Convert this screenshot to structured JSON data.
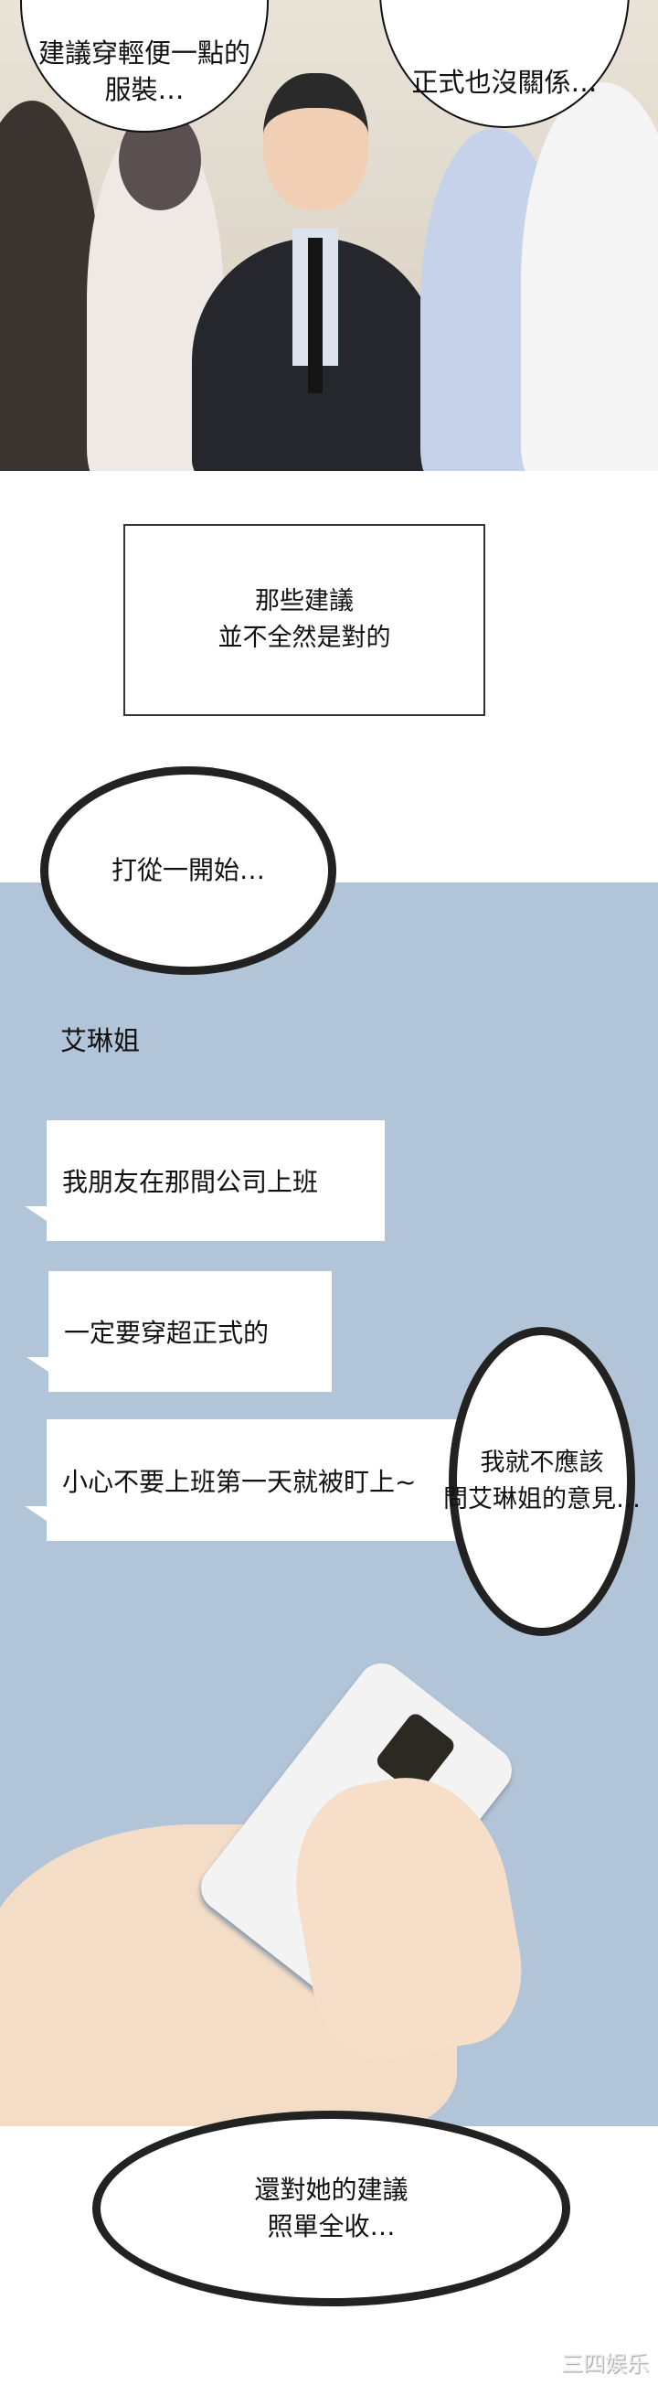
{
  "panel1": {
    "bubble_left": [
      "建議穿輕便一點的",
      "服裝…"
    ],
    "bubble_right": [
      "正式也沒關係…"
    ]
  },
  "caption_box": [
    "那些建議",
    "並不全然是對的"
  ],
  "thought1": [
    "打從一開始…"
  ],
  "chat": {
    "contact_name": "艾琳姐",
    "messages": [
      "我朋友在那間公司上班",
      "一定要穿超正式的",
      "小心不要上班第一天就被盯上~"
    ],
    "background": "#b1c4d8"
  },
  "thought2": [
    "我就不應該",
    "問艾琳姐的意見…"
  ],
  "thought3": [
    "還對她的建議",
    "照單全收…"
  ],
  "watermark": "三四娱乐"
}
